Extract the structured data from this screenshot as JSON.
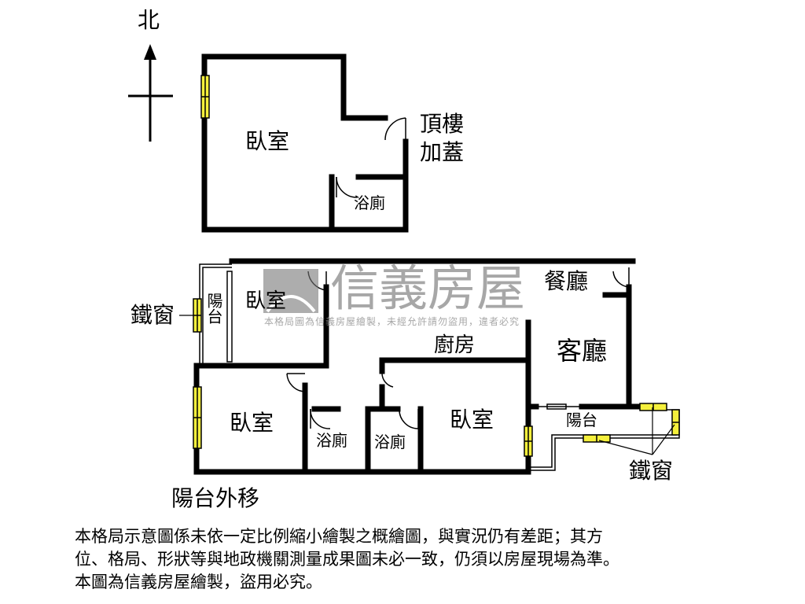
{
  "compass": {
    "north": "北"
  },
  "upper_unit": {
    "bedroom": "臥室",
    "bathroom": "浴廁",
    "rooftop": [
      "頂樓",
      "加蓋"
    ]
  },
  "lower_unit": {
    "dining": "餐廳",
    "kitchen": "廚房",
    "living": "客廳",
    "bedroom_nw": "臥室",
    "bedroom_sw": "臥室",
    "bedroom_s": "臥室",
    "bath1": "浴廁",
    "bath2": "浴廁",
    "balcony_w": "陽台",
    "balcony_e": "陽台",
    "iron_window_w": "鐵窗",
    "iron_window_e": "鐵窗",
    "balcony_moved": "陽台外移"
  },
  "watermark": {
    "brand": "信義房屋",
    "notice": "本格局圖為信義房屋繪製，未經允許請勿盜用，違者必究"
  },
  "note": [
    "本格局示意圖係未依一定比例縮小繪製之概繪圖，與實況仍有差距；其方",
    "位、格局、形狀等與地政機關測量成果圖未必一致，仍須以房屋現場為準。",
    "本圖為信義房屋繪製，盜用必究。"
  ],
  "colors": {
    "wall": "#000000",
    "window": "#f5f03c",
    "watermark": "#8a8a8a"
  }
}
